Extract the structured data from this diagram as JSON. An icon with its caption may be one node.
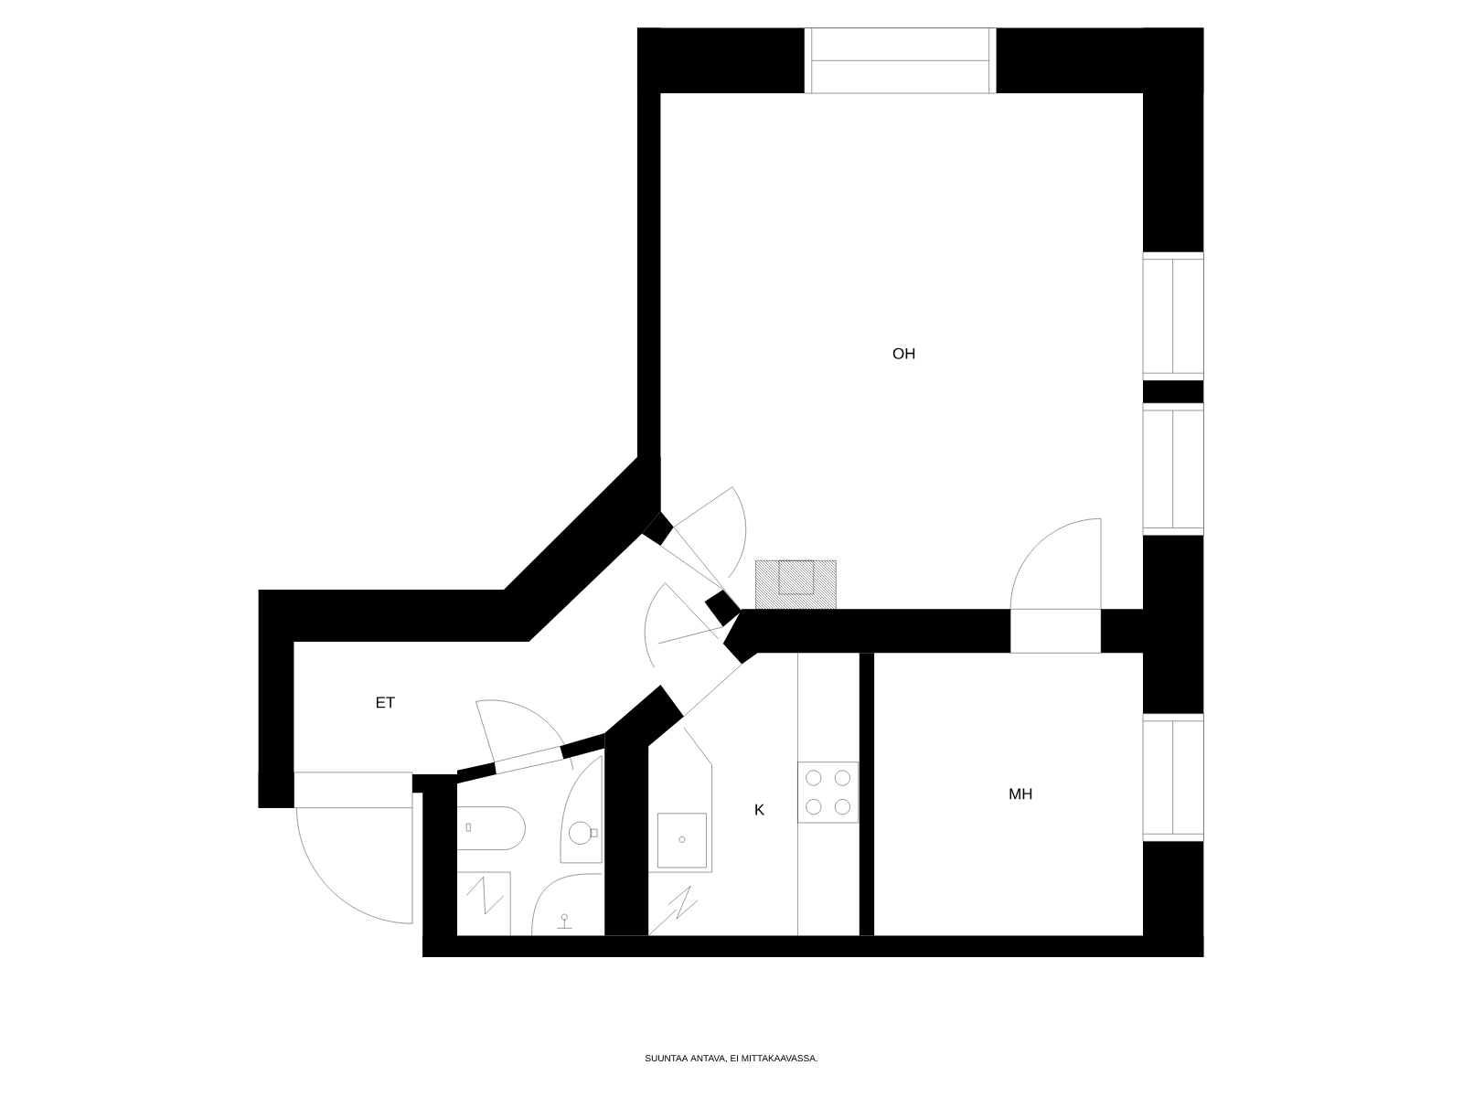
{
  "diagram": {
    "caption": "SUUNTAA ANTAVA, EI MITTAKAAVASSA.",
    "labels": [
      "OH",
      "ET",
      "K",
      "MH"
    ]
  }
}
